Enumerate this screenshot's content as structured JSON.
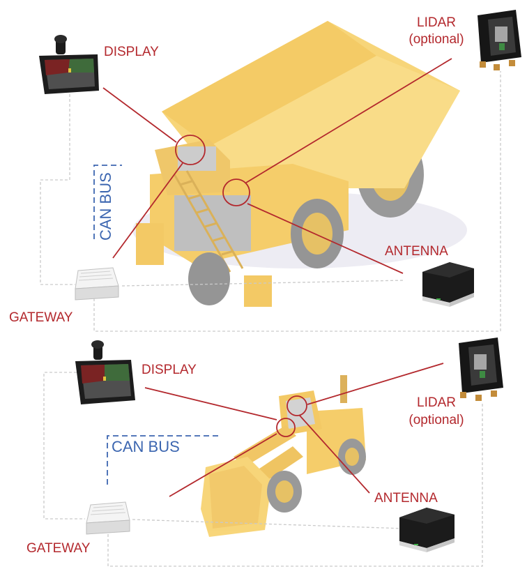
{
  "colors": {
    "callout": "#b3282d",
    "bus": "#3c66b0",
    "wire": "#c9c9c9",
    "machine": "#f5c85a"
  },
  "icons": [
    "display-icon",
    "lidar-icon",
    "antenna-icon",
    "gateway-icon",
    "haul-truck-icon",
    "wheel-loader-icon"
  ],
  "top": {
    "display_label": "DISPLAY",
    "lidar_label": "LIDAR",
    "lidar_note": "(optional)",
    "antenna_label": "ANTENNA",
    "gateway_label": "GATEWAY",
    "bus_label": "CAN BUS"
  },
  "bottom": {
    "display_label": "DISPLAY",
    "lidar_label": "LIDAR",
    "lidar_note": "(optional)",
    "antenna_label": "ANTENNA",
    "gateway_label": "GATEWAY",
    "bus_label": "CAN BUS"
  }
}
